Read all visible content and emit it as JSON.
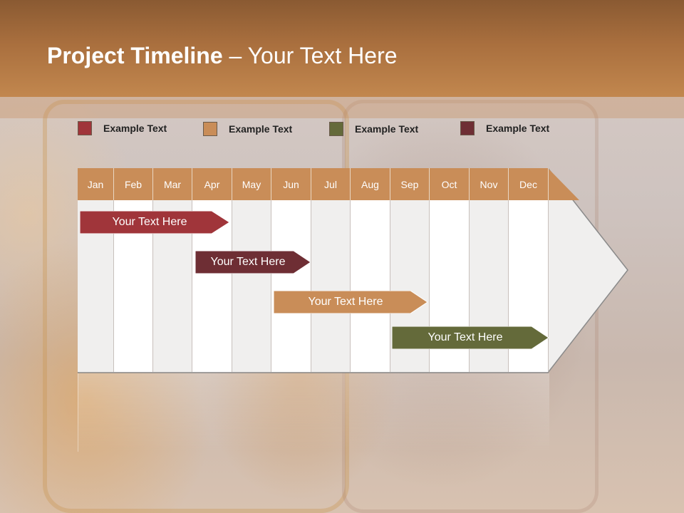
{
  "slide": {
    "title_bold": "Project Timeline",
    "title_rest": " – Your Text Here"
  },
  "legend": [
    {
      "label": "Example Text",
      "color": "#a0353a"
    },
    {
      "label": "Example Text",
      "color": "#c98d58"
    },
    {
      "label": "Example Text",
      "color": "#646a3a"
    },
    {
      "label": "Example Text",
      "color": "#6e2e34"
    }
  ],
  "timeline": {
    "months": [
      "Jan",
      "Feb",
      "Mar",
      "Apr",
      "May",
      "Jun",
      "Jul",
      "Aug",
      "Sep",
      "Oct",
      "Nov",
      "Dec"
    ],
    "header_color": "#c98d58",
    "bars": [
      {
        "label": "Your  Text Here",
        "color": "#a0353a"
      },
      {
        "label": "Your  Text Here",
        "color": "#6e2e34"
      },
      {
        "label": "Your  Text Here",
        "color": "#c98d58"
      },
      {
        "label": "Your  Text Here",
        "color": "#646a3a"
      }
    ]
  }
}
